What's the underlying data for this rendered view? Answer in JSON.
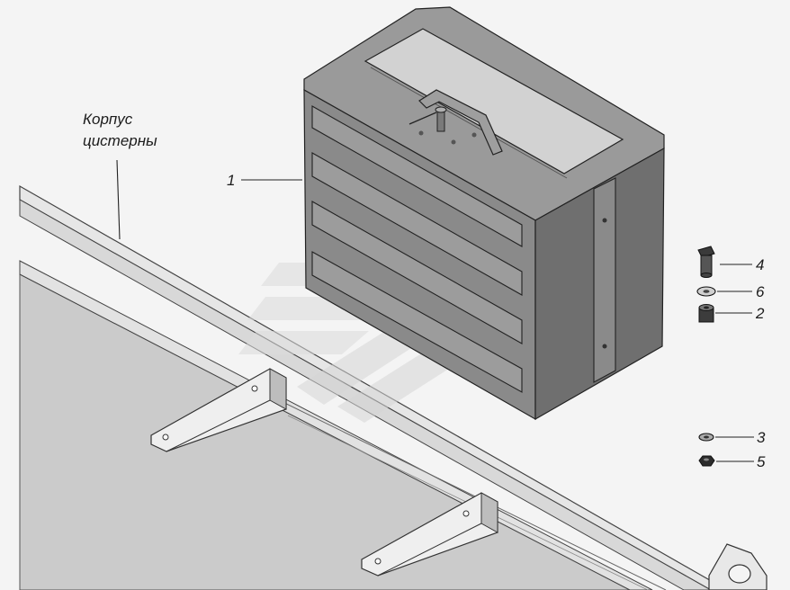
{
  "labels": {
    "hull_line1": "Корпус",
    "hull_line2": "цистерны"
  },
  "callouts": {
    "c1": "1",
    "c2": "2",
    "c3": "3",
    "c4": "4",
    "c5": "5",
    "c6": "6"
  },
  "colors": {
    "background": "#f4f4f4",
    "box_front": "#888888",
    "box_side": "#6e6e6e",
    "box_top": "#9a9a9a",
    "lid": "#d4d4d4",
    "hull_surface": "#cbcbcb",
    "hull_rim": "#e4e4e4",
    "watermark": "#dddddd"
  }
}
